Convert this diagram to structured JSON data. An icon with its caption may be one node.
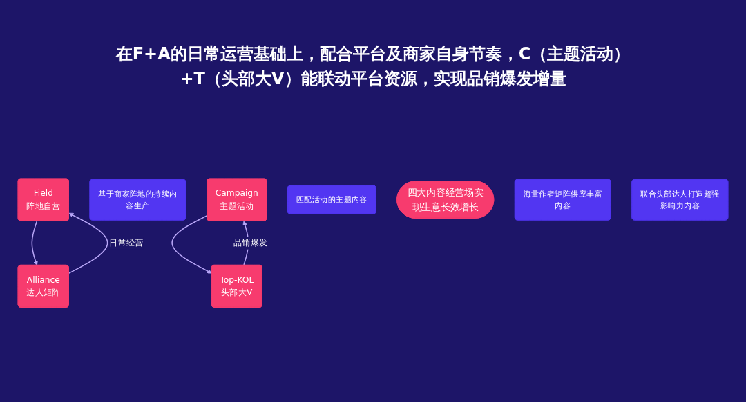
{
  "diagram": {
    "title": "在F+A的日常运营基础上，配合平台及商家自身节奏，C（主题活动）+T（头部大V）能联动平台资源，实现品销爆发增量",
    "nodes": [
      {
        "text": [
          "Field",
          "阵地自营"
        ]
      },
      {
        "text": [
          "基于商家阵地的持续内容生产"
        ]
      },
      {
        "text": [
          "Campaign",
          "主题活动"
        ]
      },
      {
        "text": [
          "匹配活动的主题内容"
        ]
      },
      {
        "text": [
          "四大内容经营场实现生意长效增长"
        ]
      },
      {
        "text": [
          "Alliance",
          "达人矩阵"
        ]
      },
      {
        "text": [
          "海量作者矩阵供应丰富内容"
        ]
      },
      {
        "text": [
          "Top-KOL",
          "头部大V"
        ]
      },
      {
        "text": [
          "联合头部达人打造超强影响力内容"
        ]
      }
    ],
    "edges": [
      {
        "from": 5,
        "to": 0,
        "arrow": "to",
        "label": "日常经营"
      },
      {
        "from": 0,
        "to": 5,
        "arrow": "to"
      },
      {
        "from": 7,
        "to": 2,
        "arrow": "to",
        "label": "品销爆发"
      },
      {
        "from": 2,
        "to": 7,
        "arrow": "to"
      }
    ]
  }
}
